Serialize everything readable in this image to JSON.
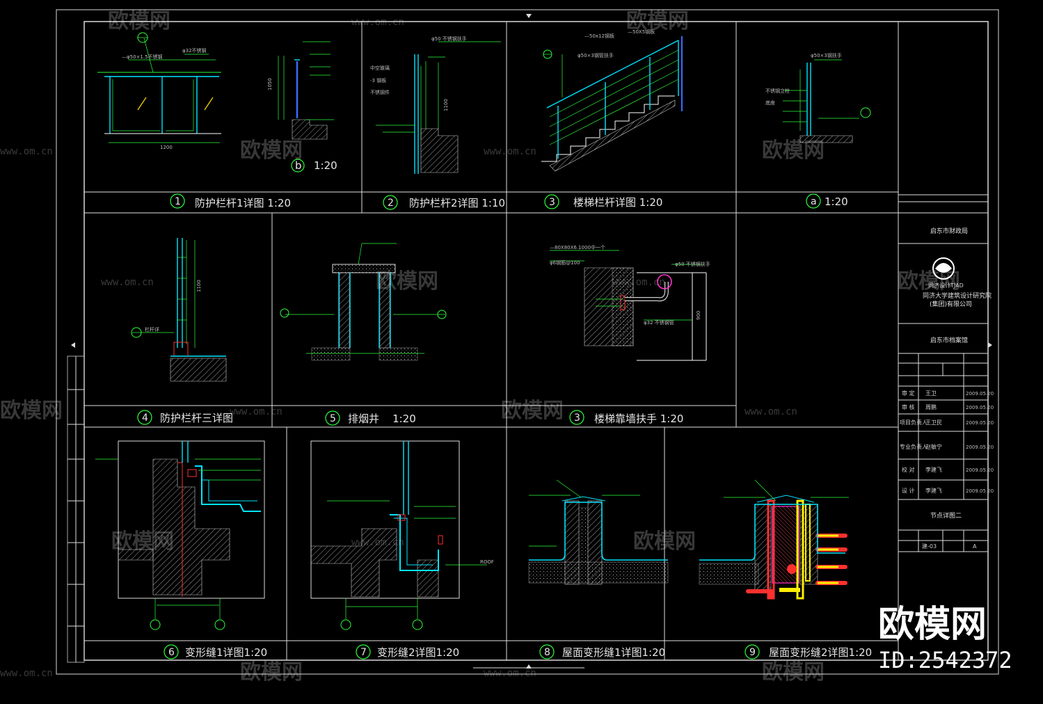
{
  "details": [
    {
      "num": "1",
      "title": "防护栏杆1详图 1:20"
    },
    {
      "num": "2",
      "title": "防护栏杆2详图 1:10"
    },
    {
      "num": "3",
      "title": "楼梯栏杆详图 1:20"
    },
    {
      "num": "a",
      "title": "1:20"
    },
    {
      "num": "b",
      "title": "1:20"
    },
    {
      "num": "4",
      "title": "防护栏杆三详图"
    },
    {
      "num": "5",
      "title": "排烟井    1:20"
    },
    {
      "num": "3",
      "title": "楼梯靠墙扶手 1:20"
    },
    {
      "num": "6",
      "title": "变形缝1详图1:20"
    },
    {
      "num": "7",
      "title": "变形缝2详图1:20"
    },
    {
      "num": "8",
      "title": "屋面变形缝1详图1:20"
    },
    {
      "num": "9",
      "title": "屋面变形缝2详图1:20"
    }
  ],
  "annotations": {
    "handrail_spec": "φ50 不锈钢扶手",
    "bar_spec": "φ32 不锈钢管",
    "plate_spec": "—80X80X6.1000中一个",
    "bolt_spec": "φ6钢筋@100",
    "flat_bar": "—50x12钢板",
    "dim_900": "900",
    "dim_1200": "1200",
    "dim_1100": "1100",
    "railing_label": "栏杆详",
    "roof_mark": "ROOF"
  },
  "title_block": {
    "client": "启东市财政局",
    "design_institute": "同济大学建筑设计研究院\n(集团)有限公司",
    "logo_caption": "同济设计TJAD",
    "project": "启东市档案馆",
    "drawing_title": "节点详图二",
    "rows": [
      "审 定",
      "审 核",
      "项目负责人",
      "专业负责人",
      "校 对",
      "设 计"
    ],
    "dates": [
      "2009.05.20",
      "2009.05.20",
      "2009.05.20",
      "2009.05.20",
      "2009.05.20",
      "2009.05.20"
    ],
    "names": [
      "王卫",
      "周鹏",
      "王卫民",
      "赵敏宁",
      "李建飞",
      "李建飞"
    ],
    "sheet_no": "建-03",
    "version": "A"
  },
  "watermark": {
    "brand": "欧模网",
    "url": "www.om.cn",
    "id": "ID:2542372"
  },
  "colors": {
    "background": "#000000",
    "frame": "#e0e0e0",
    "cyan": "#00e5ff",
    "green": "#2cff3a",
    "red": "#ff3030",
    "yellow": "#ffee00",
    "magenta": "#ff33cc"
  }
}
